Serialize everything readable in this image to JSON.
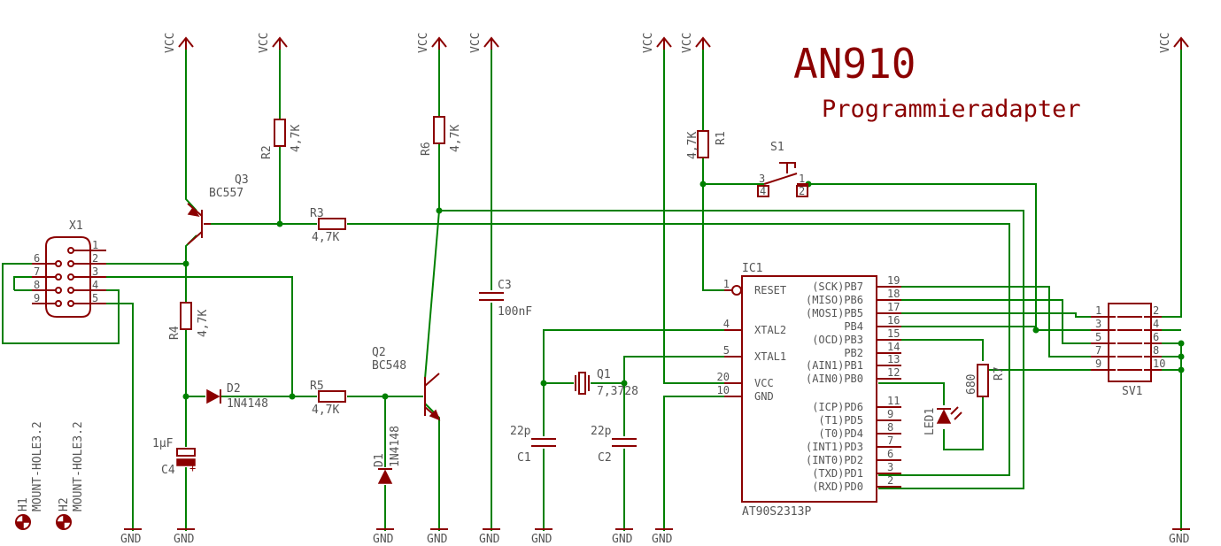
{
  "title": "AN910",
  "subtitle": "Programmieradapter",
  "power": {
    "vcc": "VCC",
    "gnd": "GND"
  },
  "components": {
    "x1": {
      "name": "X1",
      "pins": [
        "1",
        "2",
        "3",
        "4",
        "5",
        "6",
        "7",
        "8",
        "9"
      ]
    },
    "q3": {
      "name": "Q3",
      "value": "BC557"
    },
    "q2": {
      "name": "Q2",
      "value": "BC548"
    },
    "r1": {
      "name": "R1",
      "value": "4,7K"
    },
    "r2": {
      "name": "R2",
      "value": "4,7K"
    },
    "r3": {
      "name": "R3",
      "value": "4,7K"
    },
    "r4": {
      "name": "R4",
      "value": "4,7K"
    },
    "r5": {
      "name": "R5",
      "value": "4,7K"
    },
    "r6": {
      "name": "R6",
      "value": "4,7K"
    },
    "r7": {
      "name": "R7",
      "value": "680"
    },
    "c1": {
      "name": "C1",
      "value": "22p"
    },
    "c2": {
      "name": "C2",
      "value": "22p"
    },
    "c3": {
      "name": "C3",
      "value": "100nF"
    },
    "c4": {
      "name": "C4",
      "value": "1µF"
    },
    "d1": {
      "name": "D1",
      "value": "1N4148"
    },
    "d2": {
      "name": "D2",
      "value": "1N4148"
    },
    "led1": {
      "name": "LED1"
    },
    "q1": {
      "name": "Q1",
      "value": "7,3728"
    },
    "s1": {
      "name": "S1",
      "pins": [
        "3",
        "1",
        "4",
        "2"
      ]
    },
    "h1": {
      "name": "H1",
      "value": "MOUNT-HOLE3.2"
    },
    "h2": {
      "name": "H2",
      "value": "MOUNT-HOLE3.2"
    },
    "sv1": {
      "name": "SV1",
      "left_pins": [
        "1",
        "3",
        "5",
        "7",
        "9"
      ],
      "right_pins": [
        "2",
        "4",
        "6",
        "8",
        "10"
      ]
    },
    "ic1": {
      "name": "IC1",
      "value": "AT90S2313P",
      "left_pins": [
        {
          "num": "1",
          "label": "RESET"
        },
        {
          "num": "4",
          "label": "XTAL2"
        },
        {
          "num": "5",
          "label": "XTAL1"
        },
        {
          "num": "20",
          "label": "VCC"
        },
        {
          "num": "10",
          "label": "GND"
        }
      ],
      "right_pins": [
        {
          "num": "19",
          "label": "(SCK)PB7"
        },
        {
          "num": "18",
          "label": "(MISO)PB6"
        },
        {
          "num": "17",
          "label": "(MOSI)PB5"
        },
        {
          "num": "16",
          "label": "PB4"
        },
        {
          "num": "15",
          "label": "(OCD)PB3"
        },
        {
          "num": "14",
          "label": "PB2"
        },
        {
          "num": "13",
          "label": "(AIN1)PB1"
        },
        {
          "num": "12",
          "label": "(AIN0)PB0"
        },
        {
          "num": "11",
          "label": "(ICP)PD6"
        },
        {
          "num": "9",
          "label": "(T1)PD5"
        },
        {
          "num": "8",
          "label": "(T0)PD4"
        },
        {
          "num": "7",
          "label": "(INT1)PD3"
        },
        {
          "num": "6",
          "label": "(INT0)PD2"
        },
        {
          "num": "3",
          "label": "(TXD)PD1"
        },
        {
          "num": "2",
          "label": "(RXD)PD0"
        }
      ]
    }
  }
}
